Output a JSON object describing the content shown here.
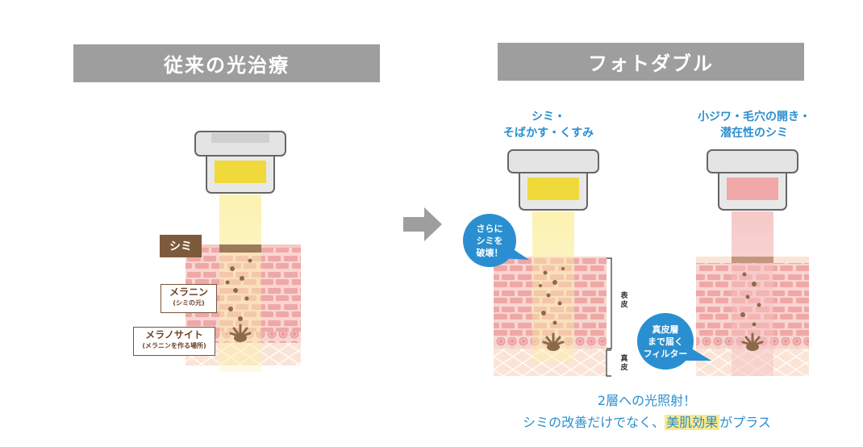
{
  "left": {
    "header": "従来の光治療",
    "shimi_tag": "シミ",
    "melanin_label": "メラニン",
    "melanin_sub": "(シミの元)",
    "melanocyte_label": "メラノサイト",
    "melanocyte_sub": "(メラニンを作る場所)"
  },
  "right": {
    "header": "フォトダブル",
    "label_1": "シミ・\nそばかす・くすみ",
    "label_2": "小ジワ・毛穴の開き・\n潜在性のシミ",
    "bubble_1": "さらに\nシミを\n破壊！",
    "bubble_2": "真皮層\nまで届く\nフィルター",
    "epidermis_label": "表\n皮",
    "dermis_label": "真\n皮"
  },
  "bottom": {
    "line1": "2層への光照射！",
    "line2_pre": "シミの改善だけでなく、",
    "line2_highlight": "美肌効果",
    "line2_post": "がプラス"
  },
  "colors": {
    "header_bg": "#9e9e9e",
    "accent_blue": "#2a8fd0",
    "yellow_filter": "#f0d93a",
    "pink_filter": "#f0a8a8",
    "melanin_brown": "#7d5a3c",
    "skin_pink": "#f6c9c4"
  },
  "icons": [
    "arrow-right-icon",
    "light-device-icon"
  ]
}
